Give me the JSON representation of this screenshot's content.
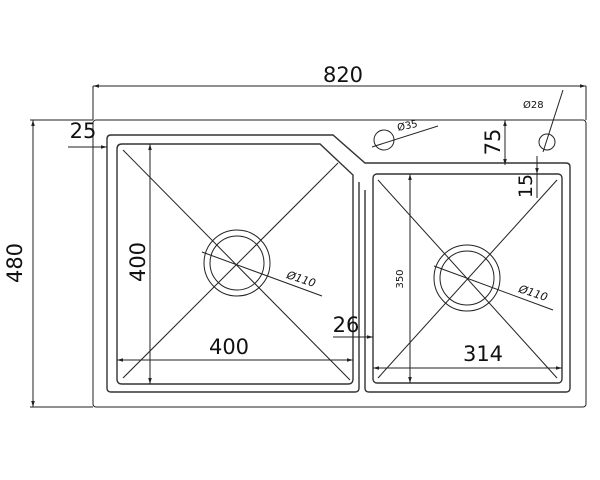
{
  "dimensions": {
    "overall_width": "820",
    "overall_height": "480",
    "rim_offset": "25",
    "tap_hole_offset": "75",
    "right_bowl_offset": "15",
    "tap_hole_1": "Ø35",
    "tap_hole_2": "Ø28",
    "left_bowl_height": "400",
    "left_bowl_width": "400",
    "bowl_gap": "26",
    "right_bowl_height": "350",
    "right_bowl_width": "314",
    "left_drain": "Ø110",
    "right_drain": "Ø110"
  },
  "colors": {
    "line": "#222222",
    "background": "#ffffff"
  }
}
